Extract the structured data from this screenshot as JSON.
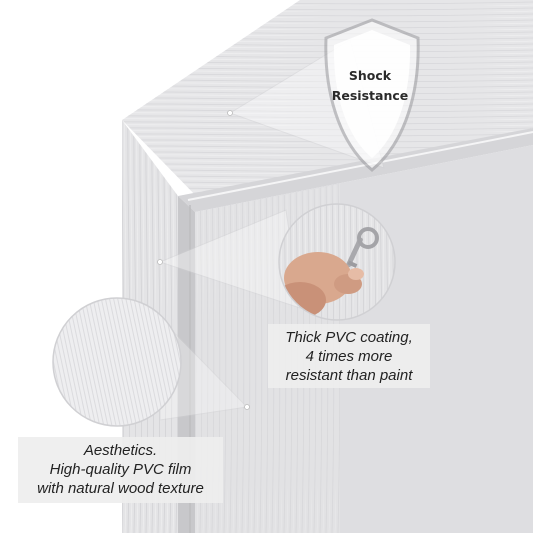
{
  "badge": {
    "line1": "Shock",
    "line2": "Resistance"
  },
  "callouts": {
    "coating": {
      "line1": "Thick PVC coating,",
      "line2": "4 times more",
      "line3": "resistant than paint"
    },
    "aesthetics": {
      "line1": "Aesthetics.",
      "line2": "High-quality PVC film",
      "line3": "with natural wood texture"
    }
  },
  "colors": {
    "frame_face": "#e8e8ea",
    "frame_shadow": "#c9c9cc",
    "background": "#ffffff",
    "caption_bg": "#eeeeee"
  },
  "icons": [
    "shield-icon",
    "key-icon",
    "hand-icon",
    "wood-texture-magnifier"
  ]
}
